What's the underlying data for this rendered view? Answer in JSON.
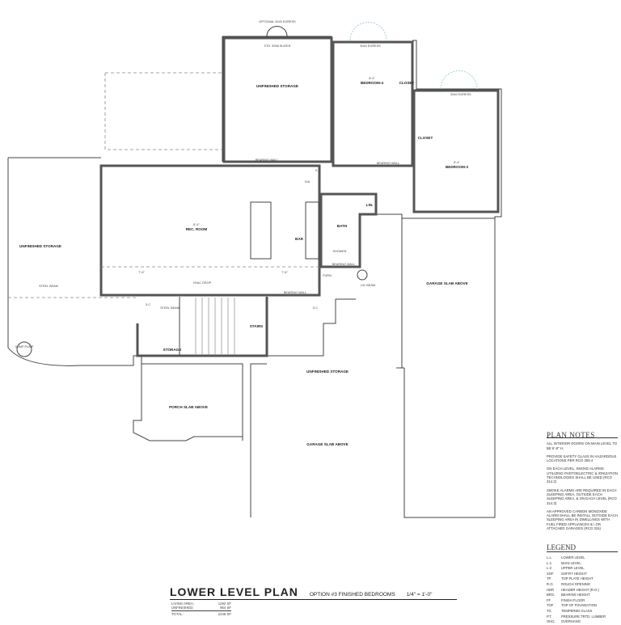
{
  "plan": {
    "rooms": {
      "unfinished_storage_top": "UNFINISHED STORAGE",
      "unfinished_storage_left": "UNFINISHED STORAGE",
      "unfinished_storage_bottom": "UNFINISHED STORAGE",
      "bedroom4": "BEDROOM-4",
      "bedroom4_height": "8'-4\"",
      "bedroom3": "BEDROOM-3",
      "bedroom3_height": "8'-4\"",
      "closet": "CLOSET",
      "rec_room": "REC. ROOM",
      "rec_room_height": "8'-4\"",
      "bar": "BAR",
      "bath": "BATH",
      "shower": "SHOWER",
      "linen": "LIN.",
      "furnace": "FURN.",
      "stairs": "STAIRS",
      "storage": "STORAGE",
      "garage_slab_right": "GARAGE SLAB ABOVE",
      "garage_slab_bottom": "GARAGE SLAB ABOVE",
      "porch_slab": "PORCH SLAB ABOVE"
    },
    "annotations": {
      "optional_egress": "OPTIONAL 5040 EGRESS",
      "slider": "STD. 5068 SLIDER",
      "egress": "5040 EGRESS",
      "bearing_wall": "BEARING WALL",
      "hvac_drop": "HVAC DROP",
      "steel_beam": "STEEL BEAM",
      "lvl_beam": "LVL BEAM",
      "sump_pump": "SUMP PUMP",
      "sc": "S C",
      "s": "S",
      "soffit": "7'-6\"",
      "da": "D/A"
    }
  },
  "plan_notes": {
    "title": "PLAN NOTES",
    "items": [
      "ALL INTERIOR DOORS ON MAIN LEVEL TO BE 6'-8\" H.",
      "PROVIDE SAFETY GLASS IN HAZARDOUS LOCATIONS PER RCO 308.4",
      "ON EACH LEVEL, SMOKE ALARMS UTILIZING PHOTOELECTRIC & IONIZATION TECHNOLOGIES SHALL BE USED (RCO 314.2)",
      "SMOKE ALARMS ARE REQUIRED IN EACH SLEEPING AREA, OUTSIDE EACH SLEEPING AREA, & ON EACH LEVEL (RCO 314.3)",
      "AN APPROVED CARBON MONOXIDE ALARM SHALL BE INSTALL OUTSIDE EACH SLEEPING AREA IN DWELLINGS WITH FUEL FIRED APPLIANCES & / OR ATTACHED GARAGES (RCO 315)"
    ]
  },
  "legend": {
    "title": "LEGEND",
    "items": [
      {
        "abbr": "L.L.",
        "meaning": "LOWER LEVEL"
      },
      {
        "abbr": "L-1",
        "meaning": "MAIN LEVEL"
      },
      {
        "abbr": "L-2",
        "meaning": "UPPER LEVEL"
      },
      {
        "abbr": "SOF",
        "meaning": "SOFFIT HEIGHT"
      },
      {
        "abbr": "TP",
        "meaning": "TOP PLATE HEIGHT"
      },
      {
        "abbr": "R.O.",
        "meaning": "ROUGH OPENING"
      },
      {
        "abbr": "HDR",
        "meaning": "HEADER HEIGHT (R.O.)"
      },
      {
        "abbr": "BRG.",
        "meaning": "BEARING HEIGHT"
      },
      {
        "abbr": "FF",
        "meaning": "FINISH FLOOR"
      },
      {
        "abbr": "TOF",
        "meaning": "TOP OF FOUNDATION"
      },
      {
        "abbr": "TG",
        "meaning": "TEMPERED GLASS"
      },
      {
        "abbr": "P.T.",
        "meaning": "PRESSURE TRTD. LUMBER"
      },
      {
        "abbr": "OHG.",
        "meaning": "OVERHANG"
      }
    ]
  },
  "title_block": {
    "title": "LOWER LEVEL PLAN",
    "option": "OPTION #3 FINISHED BEDROOMS",
    "scale": "1/4\" = 1'-0\"",
    "areas": [
      {
        "label": "LIVING AREA:",
        "value": "1292 SF"
      },
      {
        "label": "UNFINISHED:",
        "value": "954 SF"
      }
    ],
    "total_label": "TOTAL:",
    "total_value": "2246 SF"
  }
}
